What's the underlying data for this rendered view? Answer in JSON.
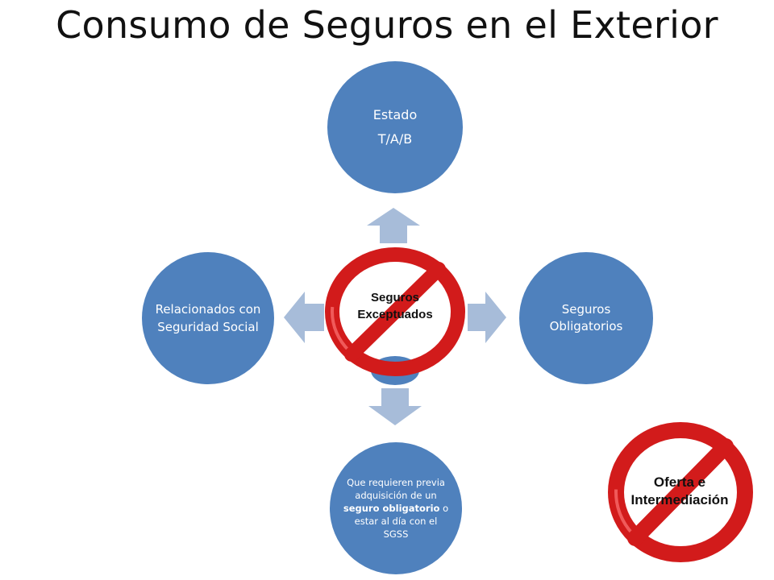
{
  "title": "Consumo de Seguros en el Exterior",
  "colors": {
    "node_fill": "#4f81bd",
    "arrow_fill": "#a7bcd9",
    "ban_ring": "#d21b1b",
    "ban_highlight": "#f05a5a",
    "text_dark": "#111111"
  },
  "nodes": {
    "top": {
      "line1": "Estado",
      "line2": "T/A/B"
    },
    "right": {
      "line1": "Seguros",
      "line2": "Obligatorios"
    },
    "left": {
      "text": "Relacionados con Seguridad Social"
    },
    "bottom": {
      "part1": "Que requieren previa adquisición de un ",
      "bold": "seguro obligatorio",
      "part2": " o estar al día con el SGSS"
    }
  },
  "center": {
    "line1": "Seguros",
    "line2": "Exceptuados",
    "icon": "prohibited-sign-icon"
  },
  "offer": {
    "line1": "Oferta e",
    "line2": "Intermediación",
    "icon": "prohibited-sign-icon"
  }
}
